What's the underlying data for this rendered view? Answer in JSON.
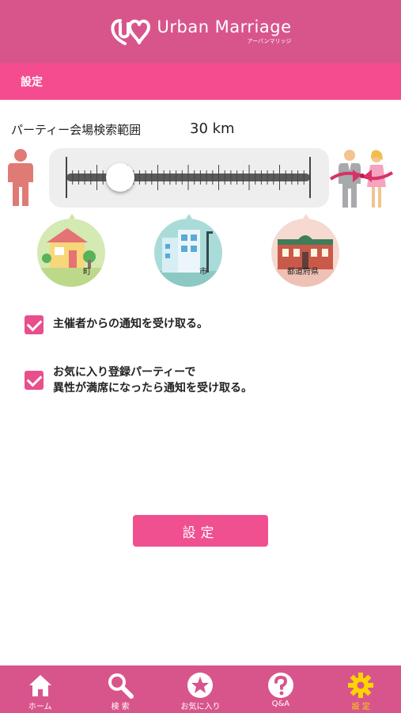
{
  "header": {
    "logo_text": "Urban Marriage",
    "logo_sub": "アーバンマリッジ"
  },
  "subbar": {
    "title": "設定"
  },
  "range": {
    "label": "パーティー会場検索範囲",
    "value": "30 km",
    "slider_fraction": 0.22
  },
  "areas": [
    {
      "label": "町",
      "icon": "town-house-icon"
    },
    {
      "label": "市",
      "icon": "city-building-icon"
    },
    {
      "label": "都道府県",
      "icon": "prefecture-hall-icon"
    }
  ],
  "checkboxes": [
    {
      "text": "主催者からの通知を受け取る。",
      "checked": true
    },
    {
      "text_line1": "お気に入り登録パーティーで",
      "text_line2": "異性が満席になったら通知を受け取る。",
      "checked": true
    }
  ],
  "settings_button": {
    "label": "設定"
  },
  "nav": [
    {
      "label": "ホーム",
      "icon": "home-icon"
    },
    {
      "label": "検 索",
      "icon": "search-icon"
    },
    {
      "label": "お気に入り",
      "icon": "star-icon"
    },
    {
      "label": "Q&A",
      "icon": "question-icon"
    },
    {
      "label": "設 定",
      "icon": "gear-icon",
      "active": true
    }
  ],
  "colors": {
    "header": "#d8558c",
    "subbar": "#f54b8f",
    "accent": "#f0508f",
    "active_nav": "#ffd400"
  }
}
